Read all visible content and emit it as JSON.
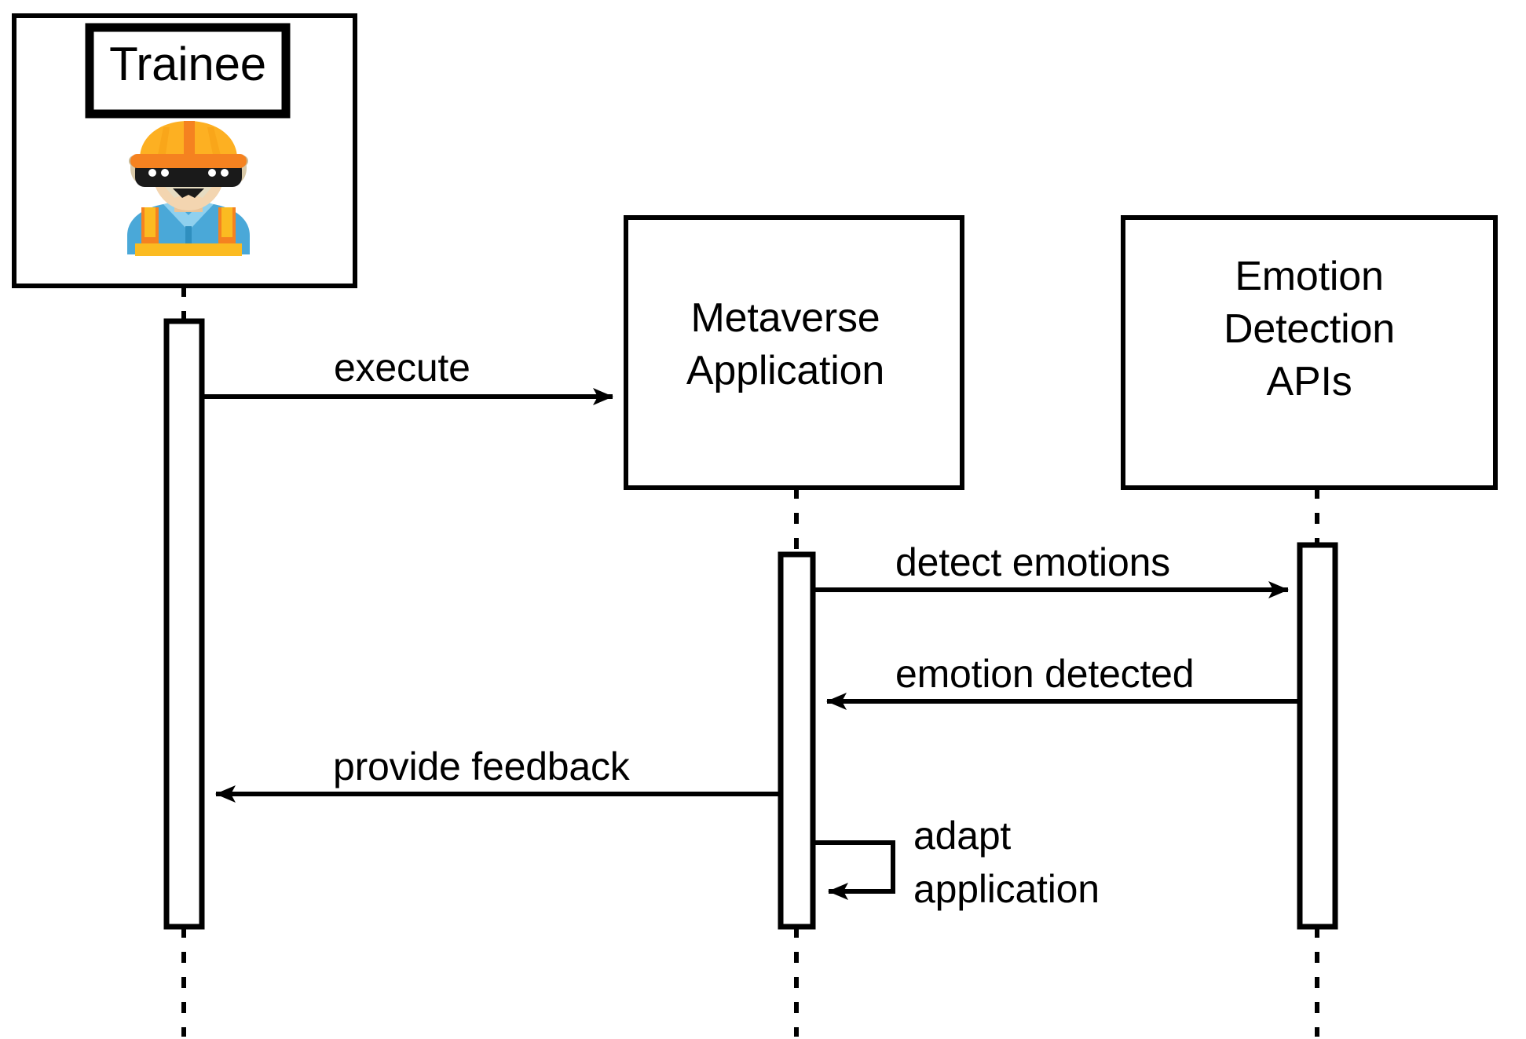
{
  "diagram": {
    "type": "uml-sequence-diagram",
    "title": "",
    "background_color": "#ffffff",
    "line_color": "#000000",
    "text_color": "#000000"
  },
  "participants": [
    {
      "id": "trainee",
      "label": "Trainee",
      "kind": "actor",
      "has_avatar": true,
      "avatar_name": "construction-worker-ar-headset-avatar",
      "avatar_colors": {
        "helmet_light": "#FDB022",
        "helmet_dark": "#F58220",
        "skin": "#F3D5B0",
        "skin_shadow": "#E8C49A",
        "goggles_frame": "#D9C9A8",
        "goggles_lens": "#1A1A1A",
        "led": "#FFFFFF",
        "shirt": "#4AA8D8",
        "collar": "#8FD0EE",
        "strap_orange": "#F58220",
        "strap_yellow": "#FBBB21"
      }
    },
    {
      "id": "metaverse",
      "label": "Metaverse\nApplication",
      "label_line1": "Metaverse",
      "label_line2": "Application",
      "kind": "system",
      "has_avatar": false
    },
    {
      "id": "emotion_apis",
      "label": "Emotion\nDetection\nAPIs",
      "label_line1": "Emotion",
      "label_line2": "Detection",
      "label_line3": "APIs",
      "kind": "system",
      "has_avatar": false
    }
  ],
  "messages": [
    {
      "id": "m1",
      "label": "execute",
      "from": "trainee",
      "to": "metaverse",
      "direction": "right",
      "style": "solid",
      "arrowhead": "filled"
    },
    {
      "id": "m2",
      "label": "detect emotions",
      "from": "metaverse",
      "to": "emotion_apis",
      "direction": "right",
      "style": "solid",
      "arrowhead": "filled"
    },
    {
      "id": "m3",
      "label": "emotion detected",
      "from": "emotion_apis",
      "to": "metaverse",
      "direction": "left",
      "style": "solid",
      "arrowhead": "filled"
    },
    {
      "id": "m4",
      "label": "provide feedback",
      "from": "metaverse",
      "to": "trainee",
      "direction": "left",
      "style": "solid",
      "arrowhead": "filled"
    },
    {
      "id": "m5",
      "label": "adapt\napplication",
      "label_line1": "adapt",
      "label_line2": "application",
      "from": "metaverse",
      "to": "metaverse",
      "direction": "self",
      "style": "solid",
      "arrowhead": "filled"
    }
  ]
}
